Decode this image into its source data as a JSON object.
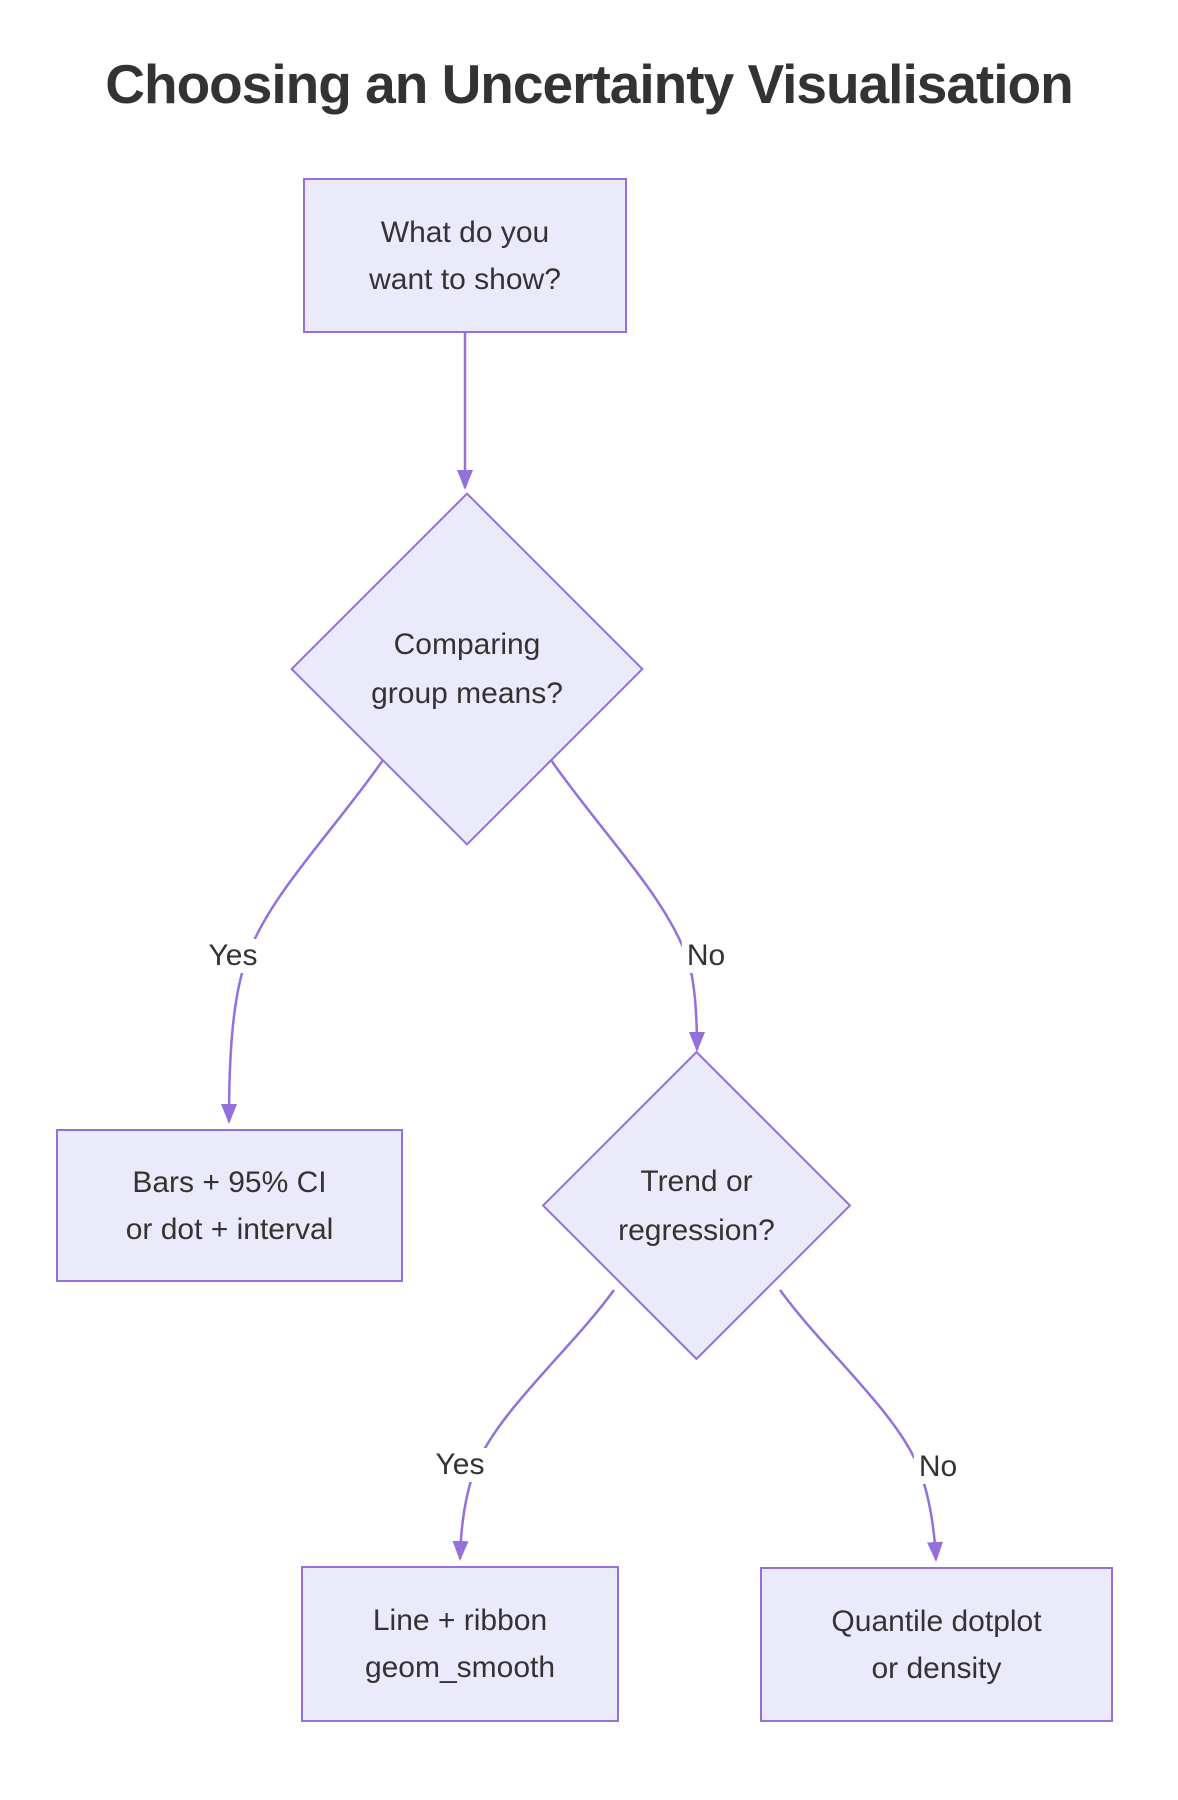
{
  "title": "Choosing an Uncertainty Visualisation",
  "diagram": {
    "type": "flowchart",
    "direction": "top-down",
    "nodes": [
      {
        "id": "start",
        "shape": "rect",
        "lines": [
          "What do you",
          "want to show?"
        ]
      },
      {
        "id": "q1",
        "shape": "diamond",
        "lines": [
          "Comparing",
          "group means?"
        ]
      },
      {
        "id": "bars",
        "shape": "rect",
        "lines": [
          "Bars + 95% CI",
          "or dot + interval"
        ]
      },
      {
        "id": "q2",
        "shape": "diamond",
        "lines": [
          "Trend or",
          "regression?"
        ]
      },
      {
        "id": "ribbon",
        "shape": "rect",
        "lines": [
          "Line + ribbon",
          "geom_smooth"
        ]
      },
      {
        "id": "quantile",
        "shape": "rect",
        "lines": [
          "Quantile dotplot",
          "or density"
        ]
      }
    ],
    "edges": [
      {
        "from": "start",
        "to": "q1",
        "label": ""
      },
      {
        "from": "q1",
        "to": "bars",
        "label": "Yes"
      },
      {
        "from": "q1",
        "to": "q2",
        "label": "No"
      },
      {
        "from": "q2",
        "to": "ribbon",
        "label": "Yes"
      },
      {
        "from": "q2",
        "to": "quantile",
        "label": "No"
      }
    ]
  },
  "colors": {
    "node_fill": "#EAEAFB",
    "node_border": "#9370DB",
    "edge": "#9370DB",
    "text": "#333333",
    "background": "#FFFFFF"
  }
}
